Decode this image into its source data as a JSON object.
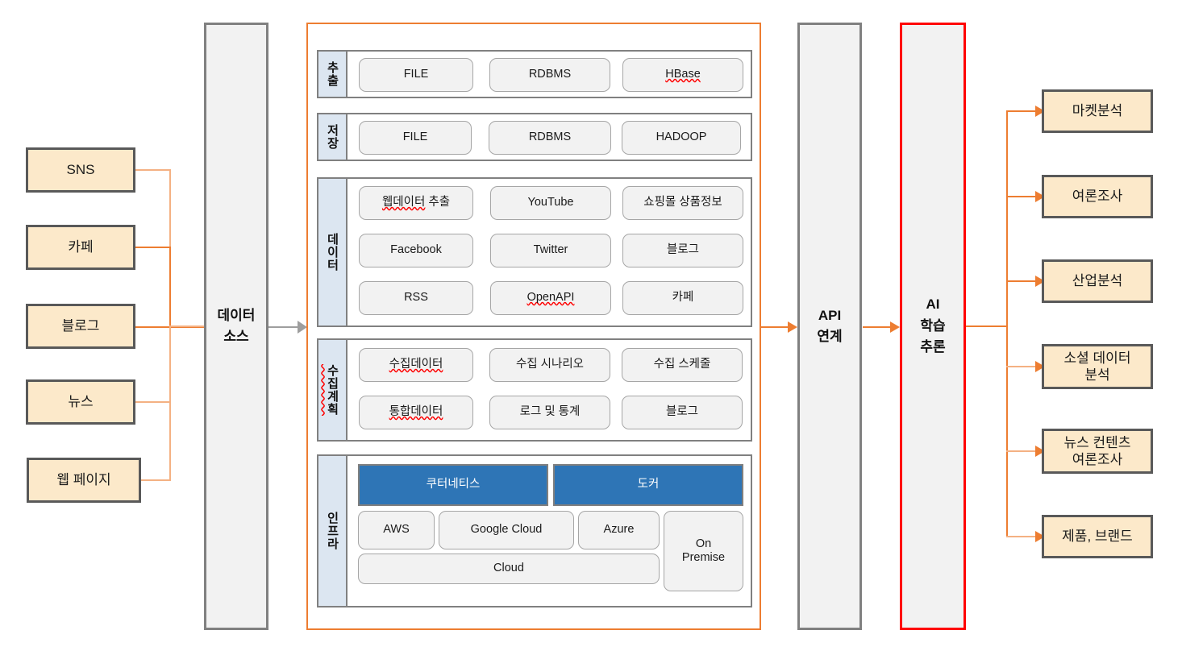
{
  "diagram": {
    "title": "Data Collection & AI Analysis Architecture",
    "accent_color": "#ED7D31",
    "source_fill": "#FCE9CA",
    "column_fill": "#F2F2F2",
    "section_label_fill": "#DCE6F1",
    "blue_fill": "#2E75B6",
    "highlight_border": "#FF0000"
  },
  "sources": {
    "items": [
      {
        "label": "SNS"
      },
      {
        "label": "카페"
      },
      {
        "label": "블로그"
      },
      {
        "label": "뉴스"
      },
      {
        "label": "웹 페이지"
      }
    ]
  },
  "data_source_column": {
    "line1": "데이터",
    "line2": "소스"
  },
  "platform": {
    "sections": [
      {
        "key": "extract",
        "label": "추출",
        "rows": [
          [
            {
              "label": "FILE",
              "spell": false
            },
            {
              "label": "RDBMS",
              "spell": false
            },
            {
              "label": "HBase",
              "spell": true
            }
          ]
        ]
      },
      {
        "key": "storage",
        "label": "저장",
        "rows": [
          [
            {
              "label": "FILE",
              "spell": false
            },
            {
              "label": "RDBMS",
              "spell": false
            },
            {
              "label": "HADOOP",
              "spell": false
            }
          ]
        ]
      },
      {
        "key": "data",
        "label": "데이터",
        "rows": [
          [
            {
              "label": "웹데이터 추출",
              "spell": true
            },
            {
              "label": "YouTube",
              "spell": false
            },
            {
              "label": "쇼핑몰 상품정보",
              "spell": false
            }
          ],
          [
            {
              "label": "Facebook",
              "spell": false
            },
            {
              "label": "Twitter",
              "spell": false
            },
            {
              "label": "블로그",
              "spell": false
            }
          ],
          [
            {
              "label": "RSS",
              "spell": false
            },
            {
              "label": "OpenAPI",
              "spell": true
            },
            {
              "label": "카페",
              "spell": false
            }
          ]
        ]
      },
      {
        "key": "collection_plan",
        "label": "수집계획",
        "rows": [
          [
            {
              "label": "수집데이터",
              "spell": true
            },
            {
              "label": "수집 시나리오",
              "spell": false
            },
            {
              "label": "수집 스케줄",
              "spell": false
            }
          ],
          [
            {
              "label": "통합데이터",
              "spell": true
            },
            {
              "label": "로그 및 통계",
              "spell": false
            },
            {
              "label": "블로그",
              "spell": false
            }
          ]
        ]
      },
      {
        "key": "infra",
        "label": "인프라",
        "orchestration": [
          {
            "label": "쿠터네티스"
          },
          {
            "label": "도커"
          }
        ],
        "providers": [
          {
            "label": "AWS"
          },
          {
            "label": "Google Cloud"
          },
          {
            "label": "Azure"
          }
        ],
        "cloud": {
          "label": "Cloud"
        },
        "on_premise": {
          "label": "On\nPremise"
        }
      }
    ]
  },
  "api_column": {
    "line1": "API",
    "line2": "연계"
  },
  "ai_column": {
    "line1": "AI",
    "line2": "학습",
    "line3": "추론"
  },
  "outcomes": {
    "items": [
      {
        "label": "마켓분석"
      },
      {
        "label": "여론조사"
      },
      {
        "label": "산업분석"
      },
      {
        "label": "소셜 데이터\n분석"
      },
      {
        "label": "뉴스 컨텐츠\n여론조사"
      },
      {
        "label": "제품, 브랜드"
      }
    ]
  }
}
